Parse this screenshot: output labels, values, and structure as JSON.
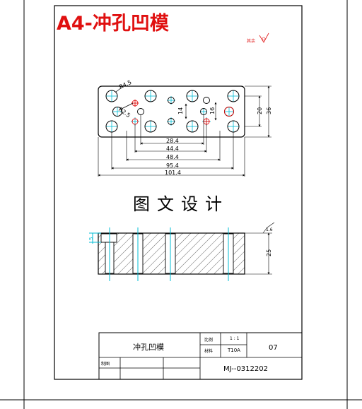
{
  "header": {
    "title": "A4-冲孔凹模",
    "roughness_note": "其余"
  },
  "plan_view": {
    "dims": {
      "r_top": "R4.5",
      "r_small": "R2.5",
      "h14": "14",
      "h16": "16",
      "h20": "20",
      "h36": "36",
      "w28": "28.4",
      "w44": "44.4",
      "w48": "48.4",
      "w95": "95.4",
      "w101": "101.4"
    }
  },
  "watermark": "图文设计",
  "section_view": {
    "dims": {
      "left": "5",
      "right": "25",
      "roughness": "1.6"
    }
  },
  "title_block": {
    "part_name": "冲孔凹模",
    "scale_label": "比例",
    "scale_value": "1 : 1",
    "material_label": "材料",
    "material_value": "T10A",
    "sheet_no": "07",
    "drawn_label": "制图",
    "drawing_no": "MJ--0312202"
  },
  "colors": {
    "outline": "#000000",
    "centerline": "#00bcd4",
    "highlight": "#e01010"
  }
}
